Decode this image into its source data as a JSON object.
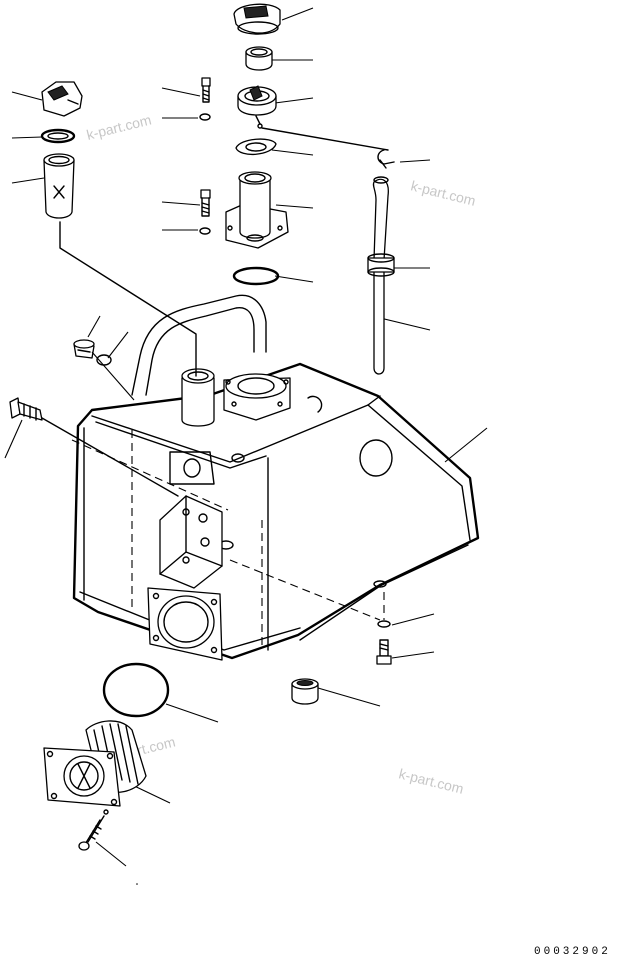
{
  "drawing_number": "00032902",
  "watermarks": [
    "k-part.com",
    "k-part.com",
    "k-part.com",
    "k-part.com"
  ],
  "parts": [
    "fuel-cap",
    "cap-seal",
    "breather-cap",
    "gasket",
    "strainer",
    "bolt",
    "washer",
    "filler-neck-adapter",
    "gasket-2",
    "clip",
    "filler-neck",
    "bolt-2",
    "washer-2",
    "o-ring",
    "hose-clamp",
    "breather-hose",
    "plug",
    "o-ring-2",
    "sight-gauge-plug",
    "fuel-tank",
    "washer-3",
    "bolt-3",
    "drain-plug",
    "o-ring-3",
    "suction-strainer",
    "screw"
  ]
}
